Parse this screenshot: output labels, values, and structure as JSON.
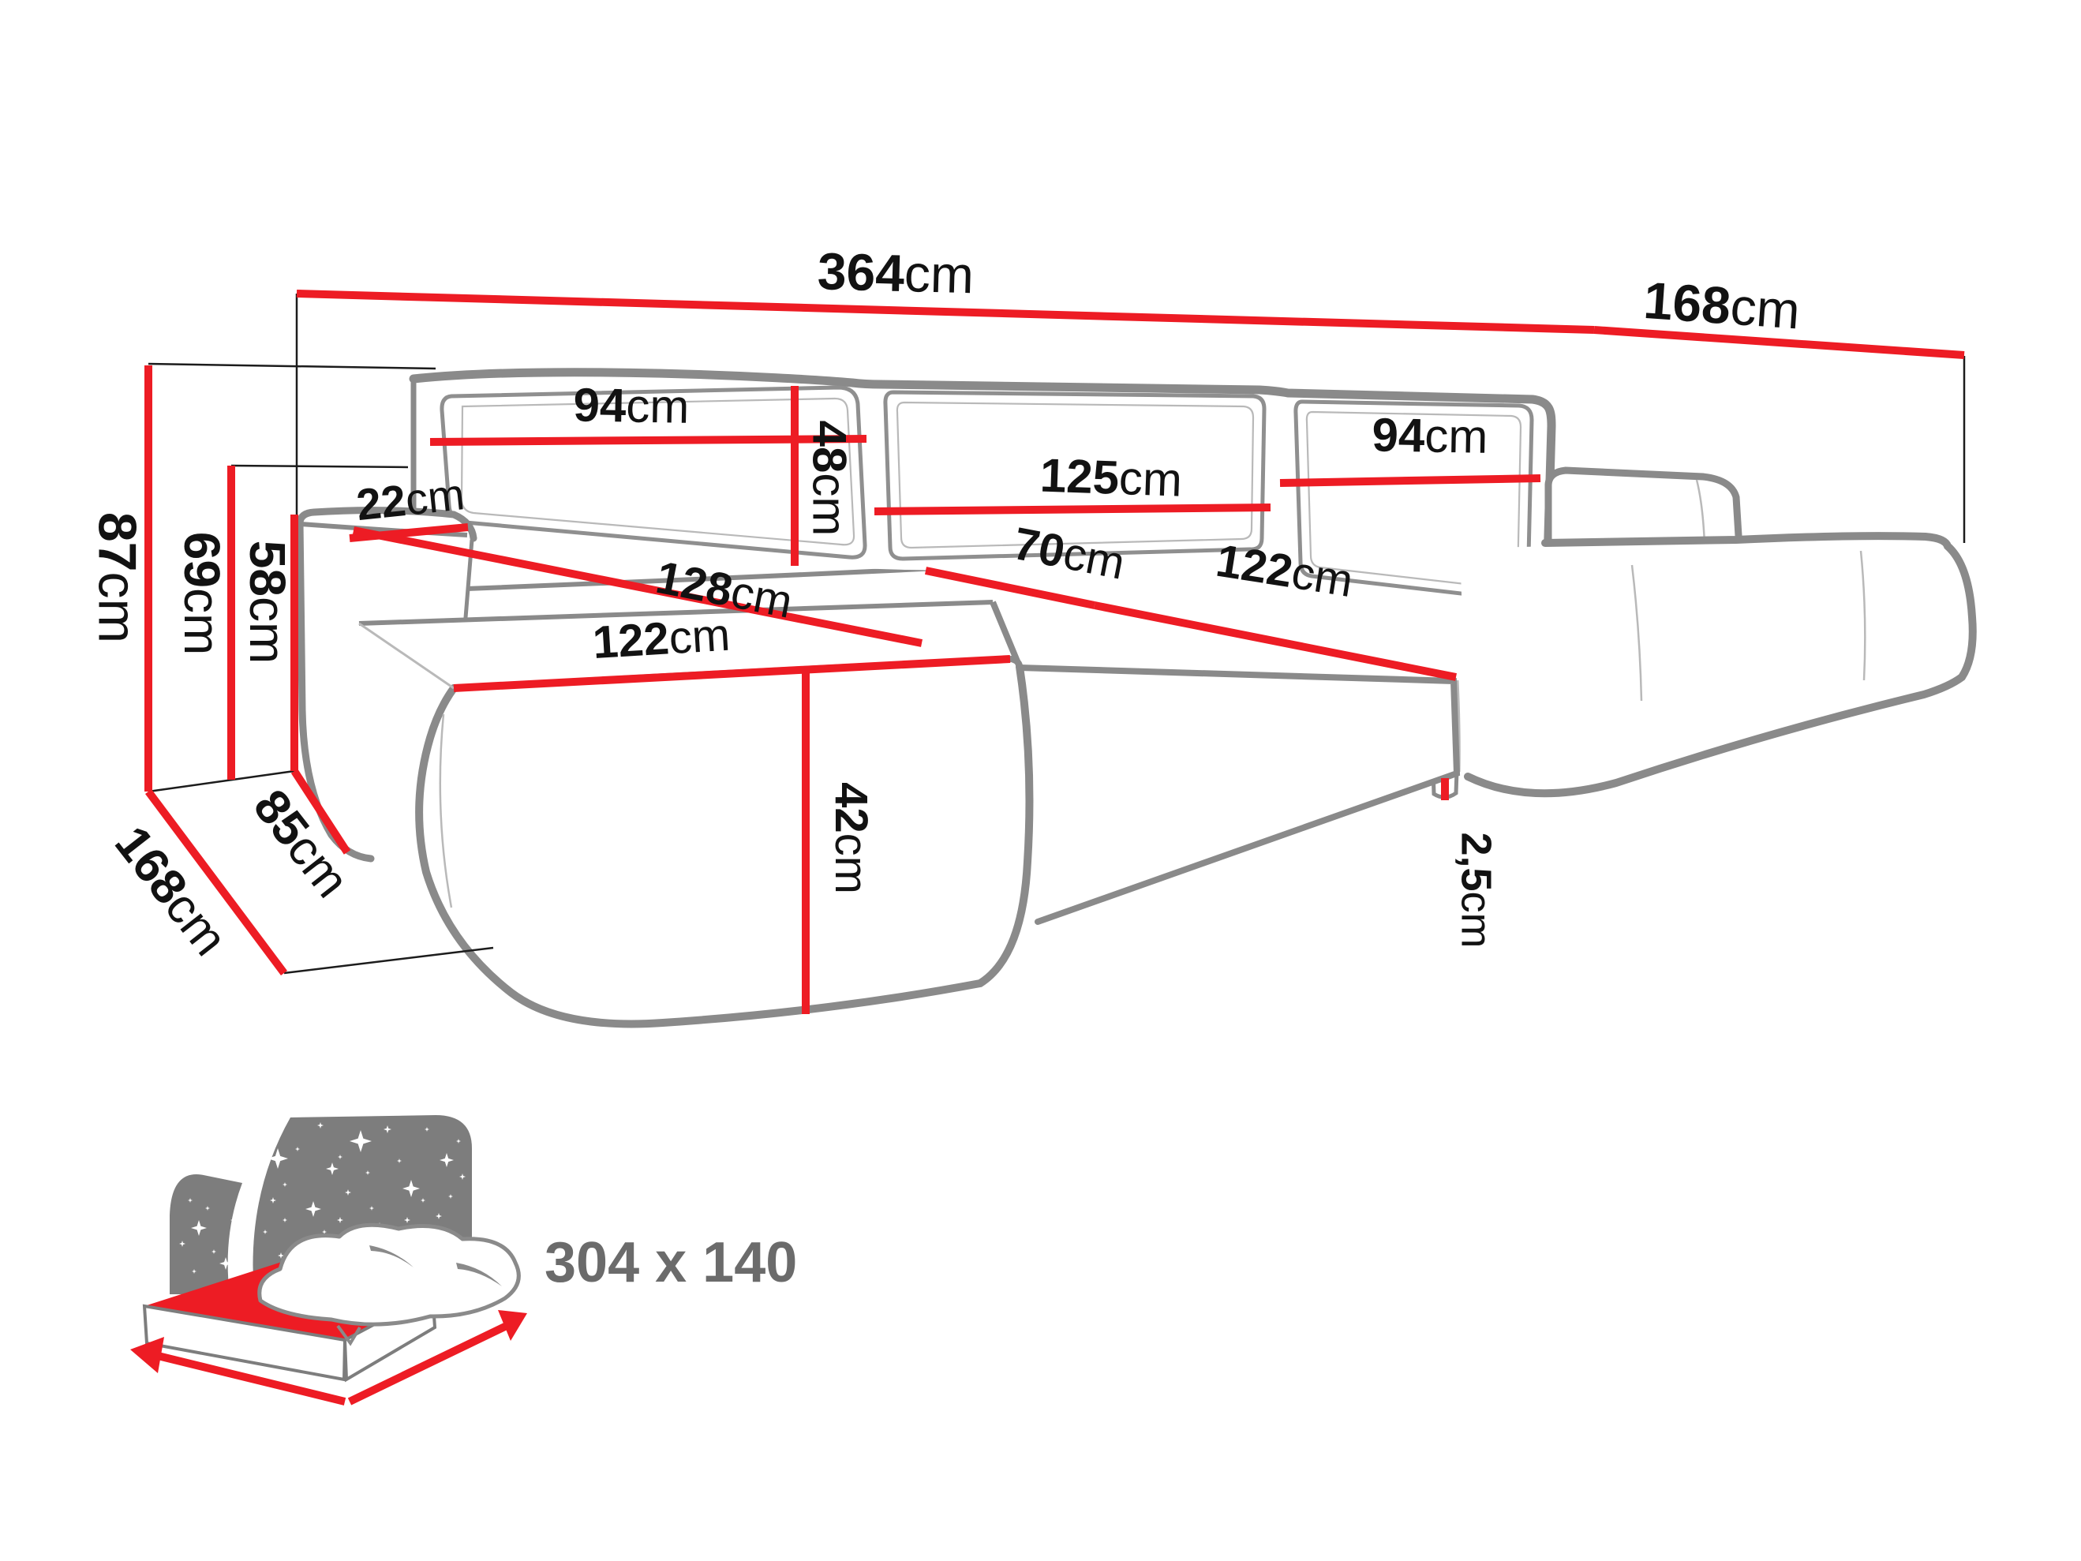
{
  "diagram_type": "sofa-dimension-drawing",
  "units": "cm",
  "dims": {
    "total_width": {
      "v": "364",
      "u": "cm"
    },
    "depth_top": {
      "v": "168",
      "u": "cm"
    },
    "height": {
      "v": "87",
      "u": "cm"
    },
    "armrest_height": {
      "v": "69",
      "u": "cm"
    },
    "seat_back_height": {
      "v": "58",
      "u": "cm"
    },
    "armrest_width": {
      "v": "22",
      "u": "cm"
    },
    "back_cushion_left": {
      "v": "94",
      "u": "cm"
    },
    "back_cushion_height": {
      "v": "48",
      "u": "cm"
    },
    "back_cushion_middle": {
      "v": "125",
      "u": "cm"
    },
    "back_cushion_right": {
      "v": "94",
      "u": "cm"
    },
    "chaise_depth": {
      "v": "128",
      "u": "cm"
    },
    "seat_depth": {
      "v": "70",
      "u": "cm"
    },
    "seat_width": {
      "v": "122",
      "u": "cm"
    },
    "chaise_width": {
      "v": "122",
      "u": "cm"
    },
    "seat_front_height": {
      "v": "42",
      "u": "cm"
    },
    "foot_height": {
      "v": "2,5",
      "u": "cm"
    },
    "side_depth": {
      "v": "168",
      "u": "cm"
    },
    "chaise_side_width": {
      "v": "85",
      "u": "cm"
    }
  },
  "sleeping_function": {
    "icon": "sofa-bed-night-icon",
    "area_label": "304 x 140"
  },
  "colors": {
    "dimension_red": "#ED1C24",
    "outline_gray": "#8a8a8a",
    "text_black": "#121212",
    "icon_gray": "#7d7d7d",
    "area_label_gray": "#6b6b6b",
    "background": "#ffffff"
  }
}
